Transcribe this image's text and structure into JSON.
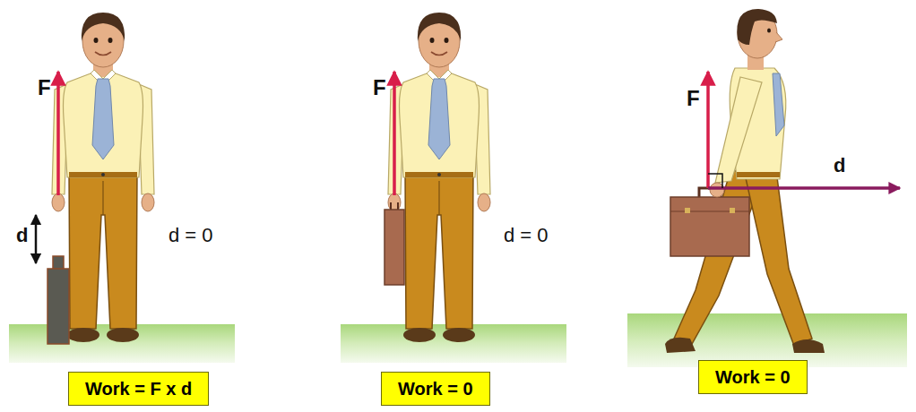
{
  "diagram": {
    "nodes": [
      {
        "text": [
          "Work = F x d"
        ]
      },
      {
        "text": [
          "Work = 0"
        ]
      },
      {
        "text": [
          "Work = 0"
        ]
      }
    ],
    "labels": [
      "F",
      "d",
      "d = 0",
      "F",
      "d = 0",
      "F",
      "d"
    ]
  }
}
